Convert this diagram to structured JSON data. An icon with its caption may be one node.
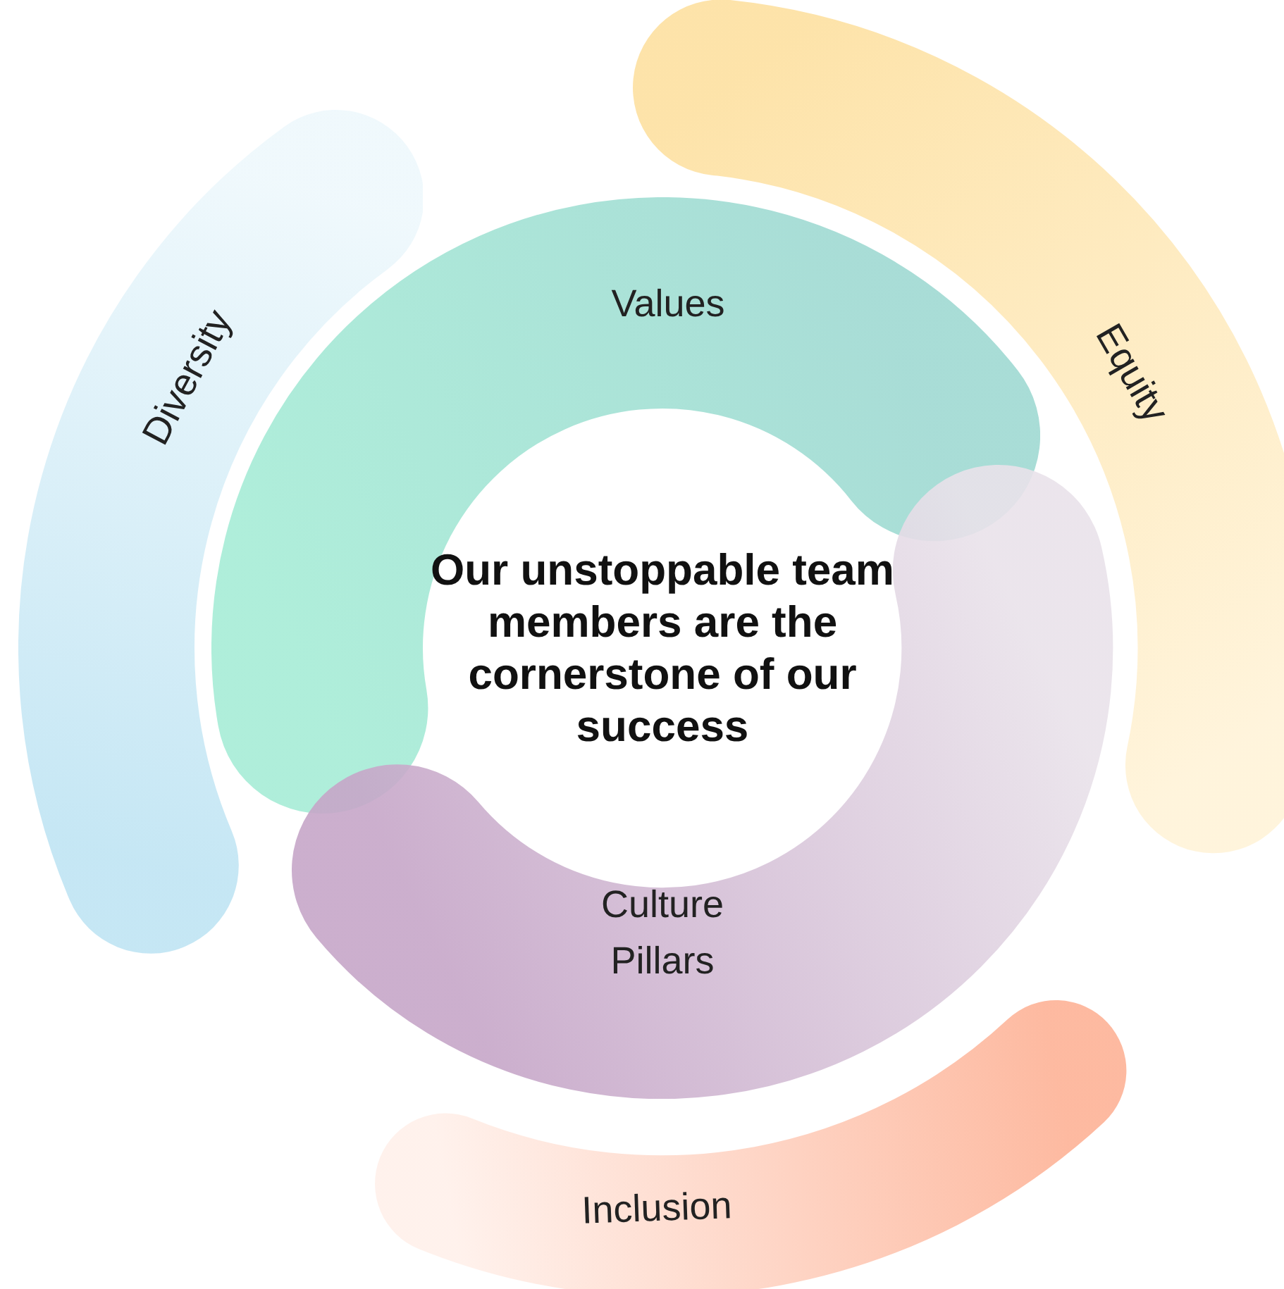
{
  "diagram": {
    "nodes": [
      {
        "text": [
          "Diversity"
        ]
      },
      {
        "text": [
          "Values"
        ]
      },
      {
        "text": [
          "Equity"
        ]
      },
      {
        "text": [
          "Culture Pillars"
        ]
      },
      {
        "text": [
          "Inclusion"
        ]
      }
    ],
    "labels": [
      "Our unstoppable team members are the cornerstone of our success"
    ]
  }
}
